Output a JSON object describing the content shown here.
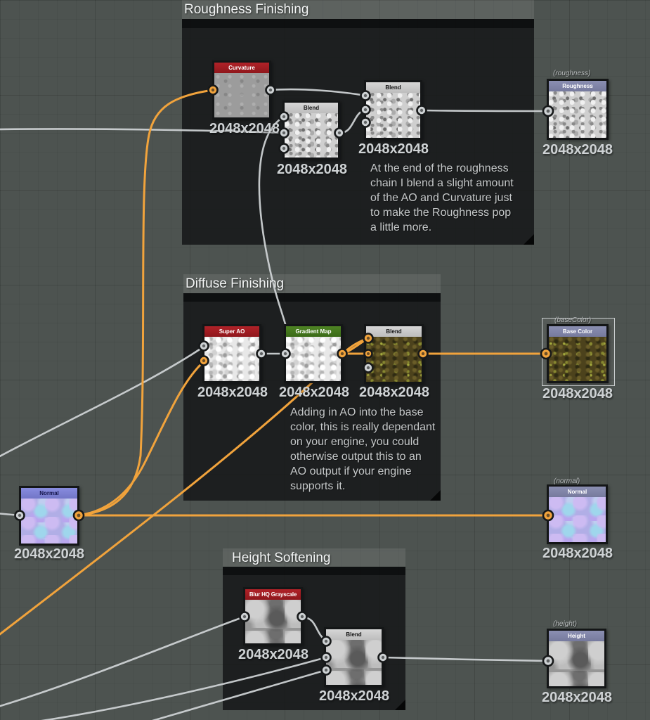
{
  "app": "node-graph-editor",
  "colors": {
    "canvas_bg": "#4d5350",
    "frame_bg": "rgba(17,19,20,0.80)",
    "wire_gray": "#ccd1d3",
    "wire_orange": "#f1a33c",
    "header_red": "#9e1b20",
    "header_green": "#457a1f",
    "header_gray": "#c9c9c9",
    "header_output_purple": "#8185a8",
    "header_normal_blue": "#7f83d6"
  },
  "groups": {
    "roughness": {
      "title": "Roughness Finishing",
      "comment": "At the end of the roughness\nchain I blend a slight amount\nof the AO and Curvature just\nto make the Roughness pop\na little more."
    },
    "diffuse": {
      "title": "Diffuse Finishing",
      "comment": "Adding in AO into the base\ncolor, this is really dependant\non your engine, you could\notherwise output this to an\nAO output if your engine\nsupports it."
    },
    "height": {
      "title": "Height Softening"
    }
  },
  "nodes": {
    "curvature": {
      "label": "Curvature",
      "size": "2048x2048"
    },
    "blend_rough_1": {
      "label": "Blend",
      "size": "2048x2048"
    },
    "blend_rough_2": {
      "label": "Blend",
      "size": "2048x2048"
    },
    "output_roughness": {
      "label": "Roughness",
      "size": "2048x2048",
      "tag": "(roughness)"
    },
    "super_ao": {
      "label": "Super AO",
      "size": "2048x2048"
    },
    "gradient_map": {
      "label": "Gradient Map",
      "size": "2048x2048"
    },
    "blend_diffuse": {
      "label": "Blend",
      "size": "2048x2048"
    },
    "output_basecolor": {
      "label": "Base Color",
      "size": "2048x2048",
      "tag": "(baseColor)"
    },
    "normal_source": {
      "label": "Normal",
      "size": "2048x2048"
    },
    "output_normal": {
      "label": "Normal",
      "size": "2048x2048",
      "tag": "(normal)"
    },
    "blur_hq": {
      "label": "Blur HQ Grayscale",
      "size": "2048x2048"
    },
    "blend_height": {
      "label": "Blend",
      "size": "2048x2048"
    },
    "output_height": {
      "label": "Height",
      "size": "2048x2048",
      "tag": "(height)"
    }
  }
}
